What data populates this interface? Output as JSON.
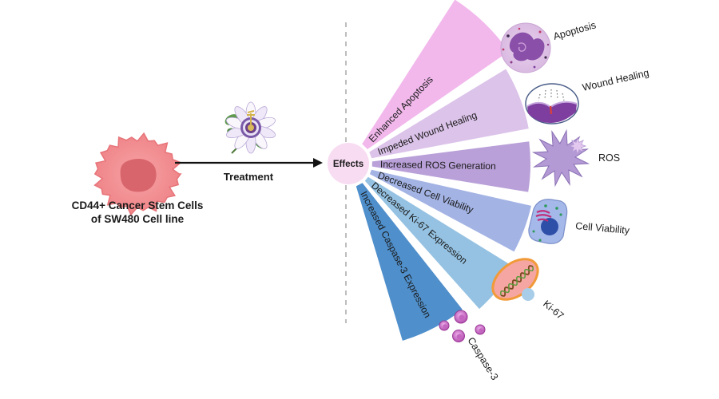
{
  "source": {
    "label_line1": "CD44+ Cancer Stem Cells",
    "label_line2": "of SW480 Cell line",
    "cell_color": "#f0868a",
    "nucleus_color": "#d9666e"
  },
  "treatment": {
    "label": "Treatment",
    "icon": "passion-flower-icon"
  },
  "hub": {
    "label": "Effects",
    "color": "#f8dcf2"
  },
  "effects": [
    {
      "label": "Enhanced Apoptosis",
      "color": "#f2b8ec",
      "icon_label": "Apoptosis",
      "icon": "apoptotic-cell-icon"
    },
    {
      "label": "Impeded Wound Healing",
      "color": "#dcc3ea",
      "icon_label": "Wound Healing",
      "icon": "wound-icon"
    },
    {
      "label": "Increased ROS Generation",
      "color": "#b9a0d8",
      "icon_label": "ROS",
      "icon": "ros-burst-icon"
    },
    {
      "label": "Decreased Cell Viability",
      "color": "#a3b3e4",
      "icon_label": "Cell Viability",
      "icon": "cell-icon"
    },
    {
      "label": "Decreased Ki-67 Expression",
      "color": "#95c2e2",
      "icon_label": "Ki-67",
      "icon": "ki67-dna-icon"
    },
    {
      "label": "Increased Caspase-3 Expression",
      "color": "#4f8fcb",
      "icon_label": "Caspase-3",
      "icon": "caspase-cells-icon"
    }
  ]
}
